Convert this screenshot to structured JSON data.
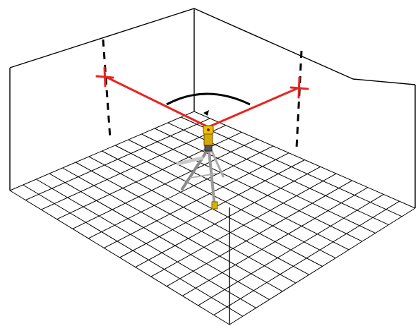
{
  "diagram": {
    "subject": "",
    "colors": {
      "background": "#ffffff",
      "room_outline": "#000000",
      "grid": "#000000",
      "laser": "#e8231f",
      "plumb_marks": "#000000",
      "angle_arc": "#000000",
      "laser_unit": "#e0b000",
      "tripod": "#9a9a9a"
    },
    "elements": [
      {
        "name": "room-box",
        "kind": "wireframe-box"
      },
      {
        "name": "floor-grid",
        "kind": "grid"
      },
      {
        "name": "laser-line-left",
        "kind": "laser-line"
      },
      {
        "name": "laser-line-right",
        "kind": "laser-line"
      },
      {
        "name": "laser-cross-left",
        "kind": "cross-mark"
      },
      {
        "name": "laser-cross-right",
        "kind": "cross-mark"
      },
      {
        "name": "plumb-line-left",
        "kind": "dashed-line"
      },
      {
        "name": "plumb-line-right",
        "kind": "dashed-line"
      },
      {
        "name": "right-angle-arc",
        "kind": "arc"
      },
      {
        "name": "laser-level-unit",
        "kind": "device"
      },
      {
        "name": "tripod",
        "kind": "device-stand"
      }
    ]
  }
}
